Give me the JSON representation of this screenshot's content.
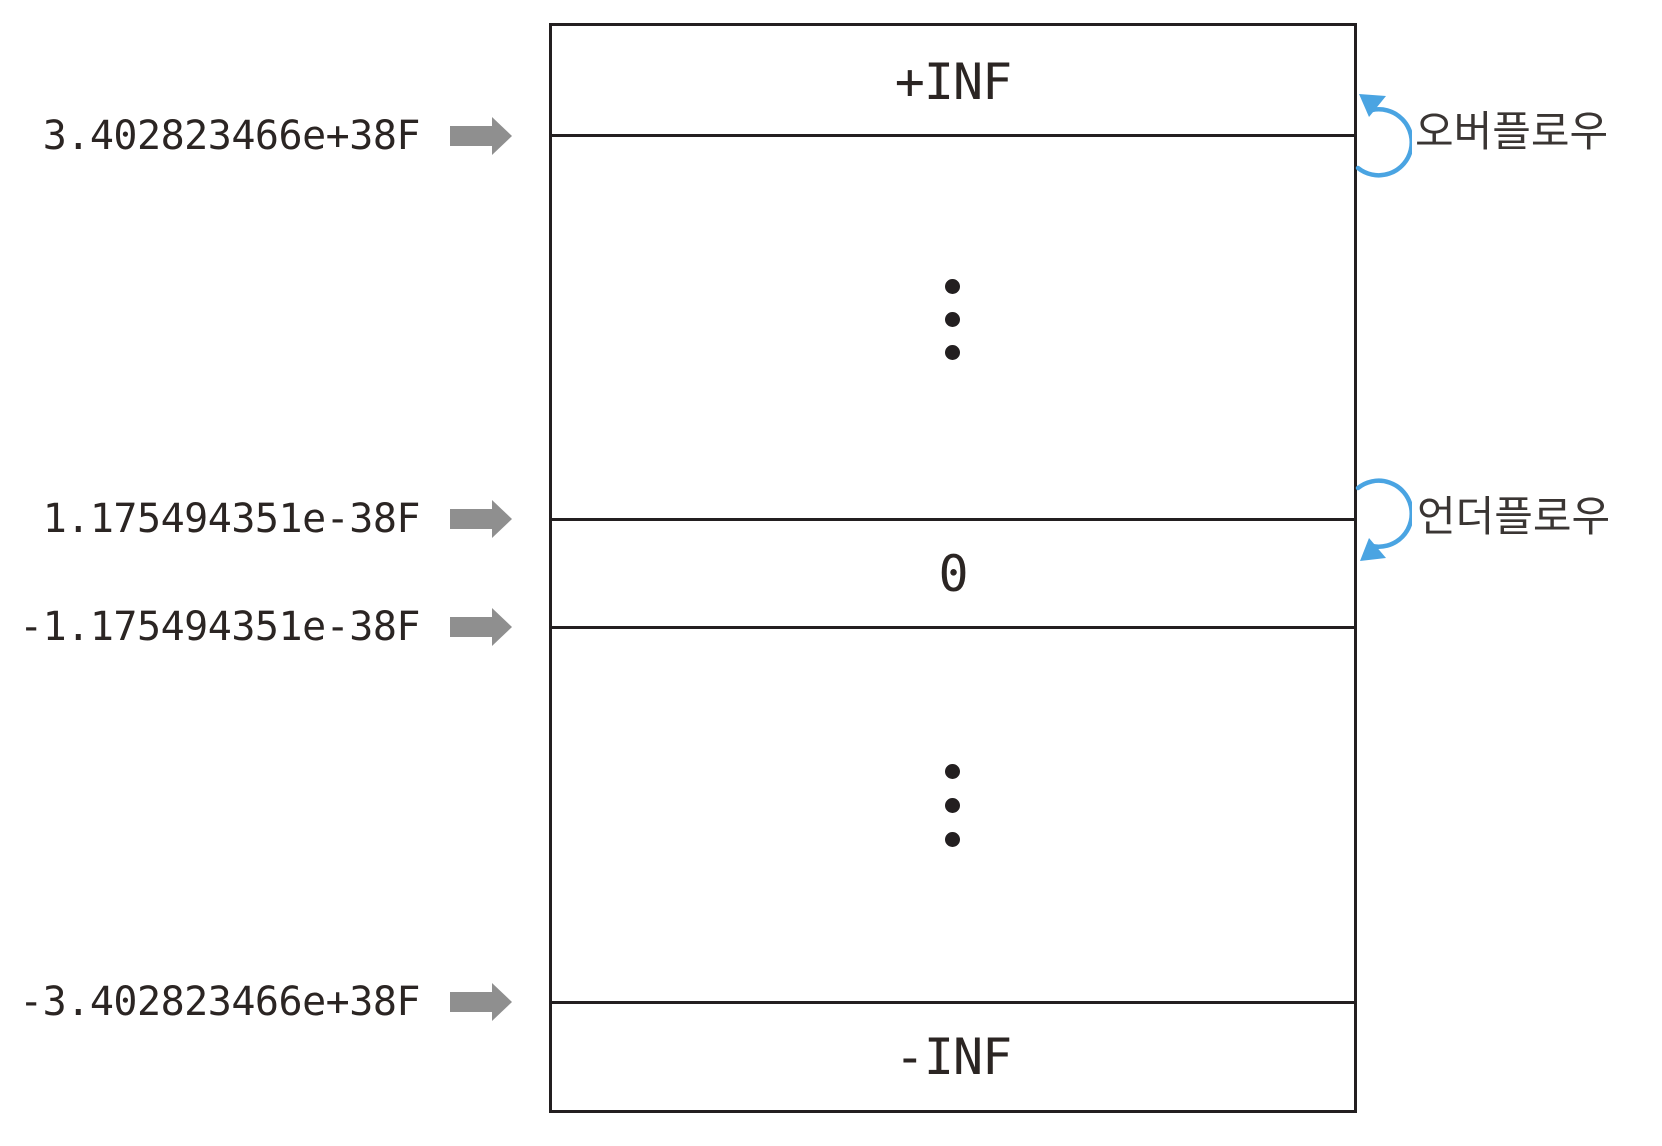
{
  "colors": {
    "ink": "#2b2523",
    "line": "#231f20",
    "arrow_gray": "#8f8f8f",
    "accent_blue": "#4aa4e2"
  },
  "box": {
    "bands": [
      {
        "name": "pos-inf",
        "label": "+INF",
        "ellipsis": false
      },
      {
        "name": "pos-range",
        "label": "",
        "ellipsis": true
      },
      {
        "name": "zero",
        "label": "0",
        "ellipsis": false
      },
      {
        "name": "neg-range",
        "label": "",
        "ellipsis": true
      },
      {
        "name": "neg-inf",
        "label": "-INF",
        "ellipsis": false
      }
    ]
  },
  "value_labels": [
    {
      "text": "3.402823466e+38F"
    },
    {
      "text": "1.175494351e-38F"
    },
    {
      "text": "-1.175494351e-38F"
    },
    {
      "text": "-3.402823466e+38F"
    }
  ],
  "annotations": [
    {
      "name": "overflow",
      "text": "오버플로우"
    },
    {
      "name": "underflow",
      "text": "언더플로우"
    }
  ]
}
